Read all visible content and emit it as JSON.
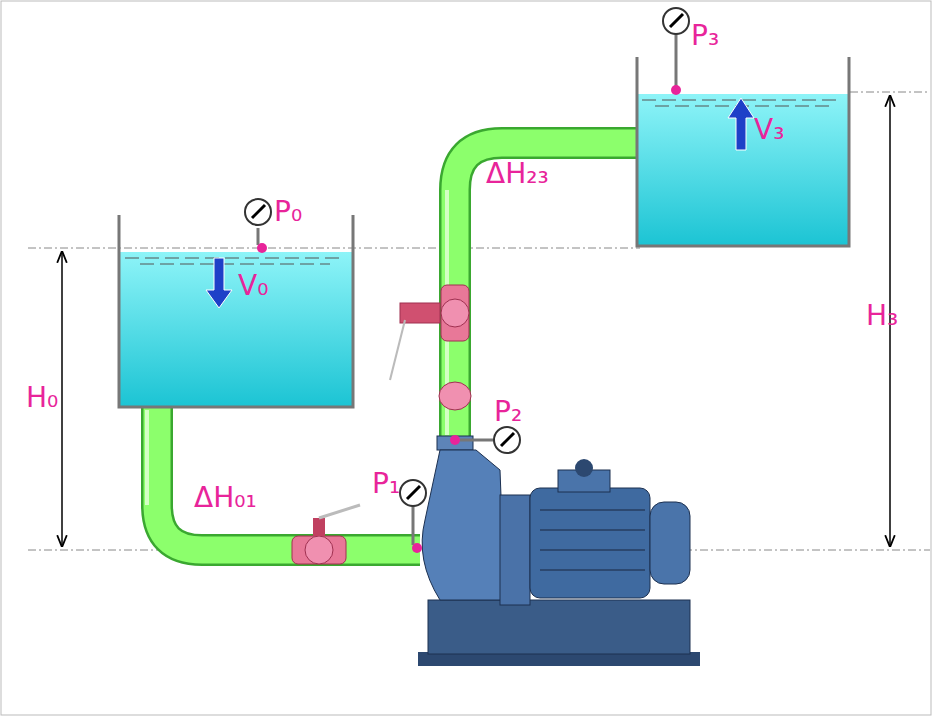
{
  "diagram": {
    "labels": [
      "P₀",
      "V₀",
      "H₀",
      "ΔH₀₁",
      "P₁",
      "P₂",
      "ΔH₂₃",
      "P₃",
      "V₃",
      "H₃"
    ]
  }
}
